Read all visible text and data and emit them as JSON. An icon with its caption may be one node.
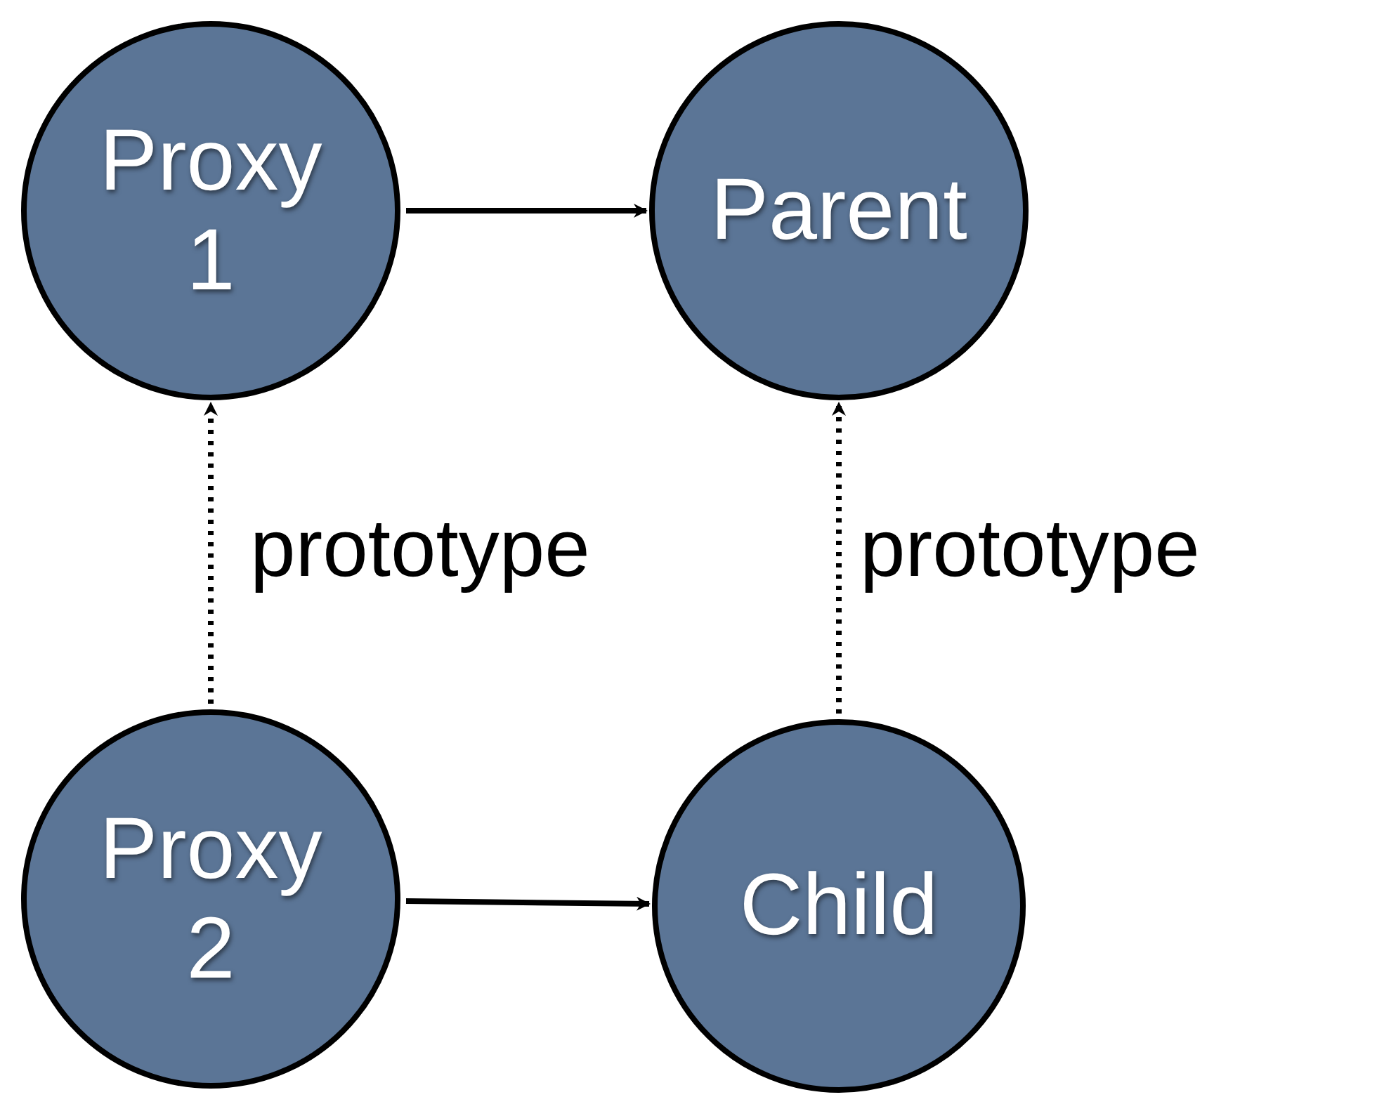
{
  "diagram": {
    "nodes": [
      {
        "text": [
          "Proxy 1"
        ]
      },
      {
        "text": [
          "Parent"
        ]
      },
      {
        "text": [
          "Proxy 2"
        ]
      },
      {
        "text": [
          "Child"
        ]
      }
    ],
    "edges": [
      {
        "from": 0,
        "to": 1,
        "arrow": "to"
      },
      {
        "from": 2,
        "to": 0,
        "arrow": "to",
        "style": "dashed",
        "label": "prototype"
      },
      {
        "from": 3,
        "to": 1,
        "arrow": "to",
        "style": "dashed",
        "label": "prototype"
      },
      {
        "from": 2,
        "to": 3,
        "arrow": "to"
      }
    ]
  }
}
